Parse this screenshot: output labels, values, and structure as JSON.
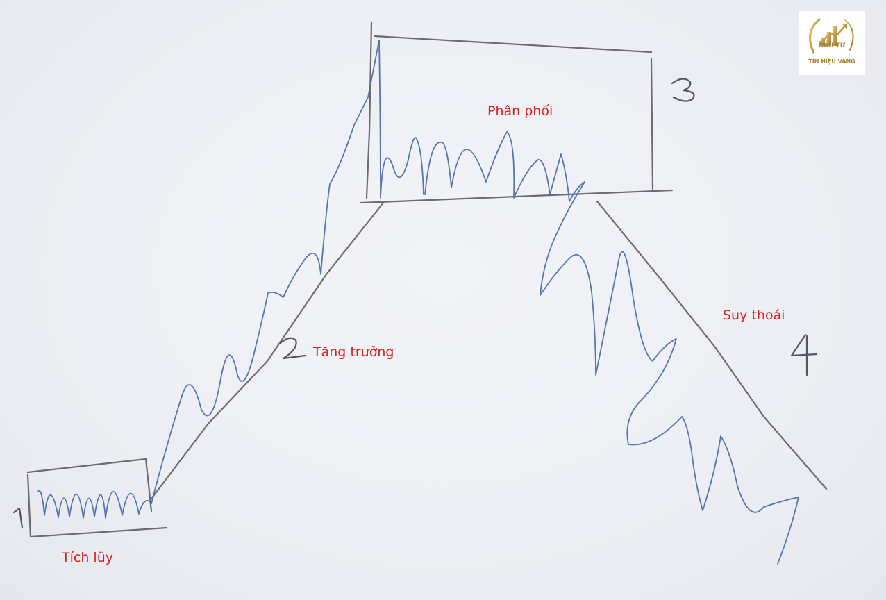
{
  "stages": [
    {
      "number": "1",
      "label": "Tích lũy"
    },
    {
      "number": "2",
      "label": "Tăng trưởng"
    },
    {
      "number": "3",
      "label": "Phân phối"
    },
    {
      "number": "4",
      "label": "Suy thoái"
    }
  ],
  "logo": {
    "line1": "ĐẦU TƯ",
    "line2": "TÍN HIỆU VÀNG",
    "color": "#b58a2e"
  },
  "colors": {
    "label": "#e01b1b",
    "pen": "#4d6eaa",
    "pencil": "#5c5c63"
  }
}
